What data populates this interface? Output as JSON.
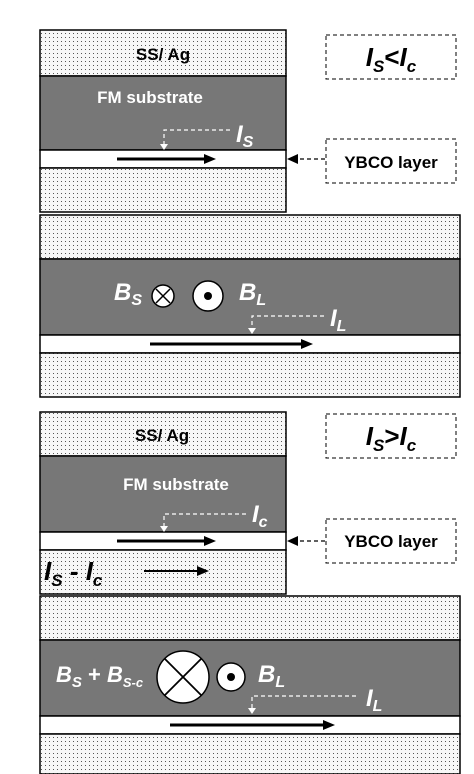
{
  "panel_top": {
    "cap_label": "SS/ Ag",
    "substrate_label": "FM substrate",
    "condition": {
      "i": "I",
      "sub_s": "S",
      "op": "<",
      "i2": "I",
      "sub_c": "c"
    },
    "current_label": {
      "i": "I",
      "sub": "S"
    },
    "ybco_label": "YBCO layer",
    "lower_field_left": {
      "b": "B",
      "sub": "S"
    },
    "lower_field_right": {
      "b": "B",
      "sub": "L"
    },
    "lower_current": {
      "i": "I",
      "sub": "L"
    }
  },
  "panel_bottom": {
    "cap_label": "SS/ Ag",
    "substrate_label": "FM substrate",
    "condition": {
      "i": "I",
      "sub_s": "S",
      "op": ">",
      "i2": "I",
      "sub_c": "c"
    },
    "current_label": {
      "i": "I",
      "sub": "c"
    },
    "ybco_label": "YBCO layer",
    "excess_label": {
      "i": "I",
      "sub_s": "S",
      "dash": " - ",
      "i2": "I",
      "sub_c": "c"
    },
    "lower_field_left": {
      "b": "B",
      "sub": "S",
      "plus": " + ",
      "b2": "B",
      "sub2": "S-c"
    },
    "lower_field_right": {
      "b": "B",
      "sub": "L"
    },
    "lower_current": {
      "i": "I",
      "sub": "L"
    }
  },
  "colors": {
    "substrate": "#777777",
    "cap": "#f5f5f5",
    "ybco": "#ffffff",
    "outline": "#000000"
  }
}
